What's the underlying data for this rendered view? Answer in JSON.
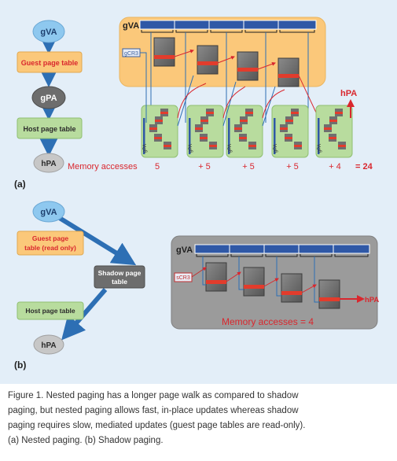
{
  "colors": {
    "background": "#e3eef8",
    "blue_node": "#8ec8ef",
    "gray_node": "#6d6d6d",
    "light_gray_node": "#c7c7c7",
    "orange_box": "#fbc87a",
    "green_box": "#b8dc9e",
    "table_fill": "#6f6f6f",
    "entry_red": "#e23c2c",
    "accent_red": "#d9272e",
    "register_blue": "#3b5f9e",
    "arrow_blue": "#2d6fb4",
    "panel_gray": "#9b9b9b"
  },
  "panel_a": {
    "label": "(a)",
    "nodes": {
      "gva": "gVA",
      "guest_page_table": "Guest page table",
      "gpa": "gPA",
      "host_page_table": "Host page table",
      "hpa": "hPA"
    },
    "walk": {
      "gva_label": "gVA",
      "register_label": "gCR3",
      "hpa_label": "hPA",
      "small_gpa_label": "gPA"
    },
    "memory_accesses": {
      "label": "Memory accesses",
      "values": [
        "5",
        "+ 5",
        "+ 5",
        "+ 5",
        "+ 4"
      ],
      "total": "= 24"
    }
  },
  "panel_b": {
    "label": "(b)",
    "nodes": {
      "gva": "gVA",
      "guest_page_table": [
        "Guest page",
        "table (read only)"
      ],
      "shadow_page_table": [
        "Shadow page",
        "table"
      ],
      "host_page_table": "Host page table",
      "hpa": "hPA"
    },
    "walk": {
      "gva_label": "gVA",
      "register_label": "sCR3",
      "hpa_label": "hPA"
    },
    "memory_accesses": "Memory accesses = 4"
  },
  "caption": [
    "Figure 1. Nested paging has a longer page walk as compared to shadow",
    "paging, but nested paging allows fast, in-place updates whereas shadow",
    "paging requires slow, mediated updates (guest page tables are read-only).",
    "(a) Nested paging. (b) Shadow paging."
  ]
}
